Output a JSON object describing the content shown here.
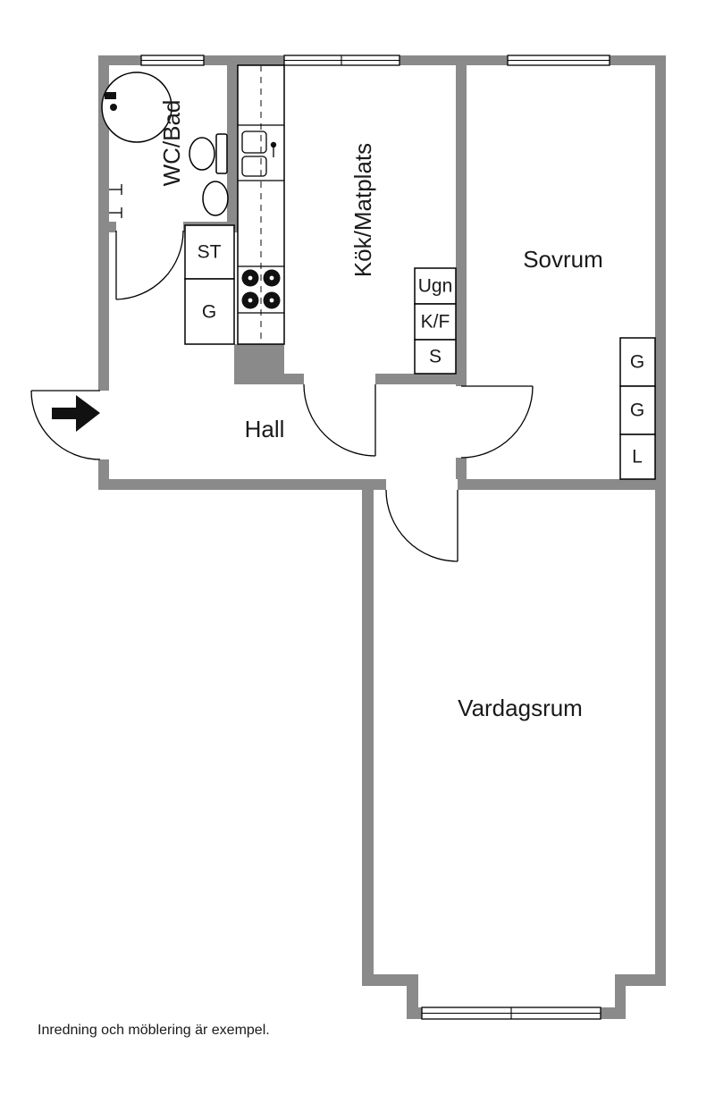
{
  "colors": {
    "wall": "#8a8a8a",
    "line": "#000000",
    "background": "#ffffff"
  },
  "rooms": {
    "wc_bad": "WC/Bad",
    "kok": "Kök/Matplats",
    "sovrum": "Sovrum",
    "hall": "Hall",
    "vardagsrum": "Vardagsrum"
  },
  "storage": {
    "st": "ST",
    "g": "G",
    "bedroom_g1": "G",
    "bedroom_g2": "G",
    "bedroom_l": "L"
  },
  "appliances": {
    "ugn": "Ugn",
    "kf": "K/F",
    "s": "S"
  },
  "caption": "Inredning och möblering är exempel."
}
